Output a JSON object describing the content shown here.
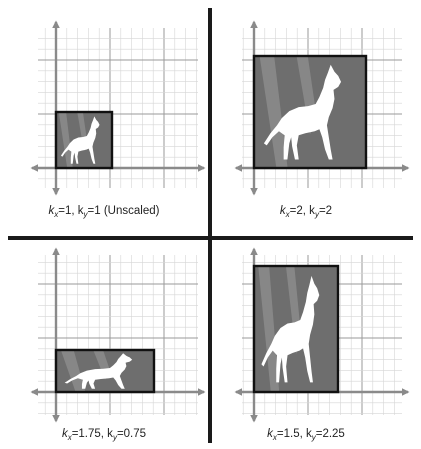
{
  "figure": {
    "colors": {
      "grid_minor": "#d6d6d6",
      "grid_major": "#9a9a9a",
      "axis": "#8a8a8a",
      "box_fill": "#6e6e6e",
      "box_stroke": "#111111",
      "divider": "#1a1a1a",
      "silhouette": "#ffffff"
    },
    "panels": [
      {
        "id": "unscaled",
        "scale": {
          "kx": 1,
          "ky": 1
        },
        "caption": {
          "p1": "k",
          "s1": "x",
          "p2": "=1, k",
          "s2": "y",
          "p3": "=1  (Unscaled)"
        }
      },
      {
        "id": "kx2-ky2",
        "scale": {
          "kx": 2,
          "ky": 2
        },
        "caption": {
          "p1": "k",
          "s1": "x",
          "p2": "=2, k",
          "s2": "y",
          "p3": "=2"
        }
      },
      {
        "id": "kx1.75-ky0.75",
        "scale": {
          "kx": 1.75,
          "ky": 0.75
        },
        "caption": {
          "p1": "k",
          "s1": "x",
          "p2": "=1.75, k",
          "s2": "y",
          "p3": "=0.75"
        }
      },
      {
        "id": "kx1.5-ky2.25",
        "scale": {
          "kx": 1.5,
          "ky": 2.25
        },
        "caption": {
          "p1": "k",
          "s1": "x",
          "p2": "=1.5, k",
          "s2": "y",
          "p3": "=2.25"
        }
      }
    ]
  }
}
